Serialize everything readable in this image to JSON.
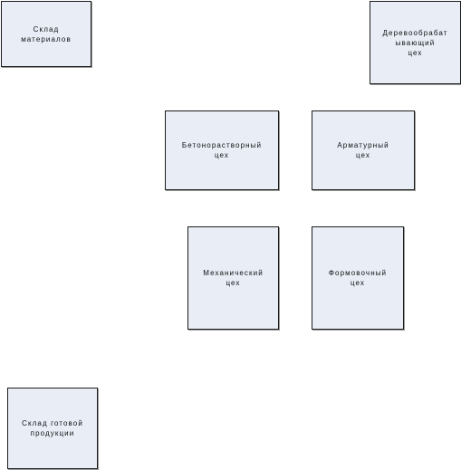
{
  "diagram": {
    "blocks": {
      "storage_materials": "Склад\nматериалов",
      "woodworking": "Деревообрабат\nывающий\nцех",
      "concrete_mortar": "Бетонорастворный\nцех",
      "reinforcement": "Арматурный\nцех",
      "mechanical": "Механический\nцех",
      "molding": "Формовочный\nцех",
      "storage_products": "Склад готовой\nпродукции"
    },
    "colors": {
      "block_fill": "#e8edf6",
      "block_border": "#1c1c1c",
      "text": "#111111"
    }
  }
}
